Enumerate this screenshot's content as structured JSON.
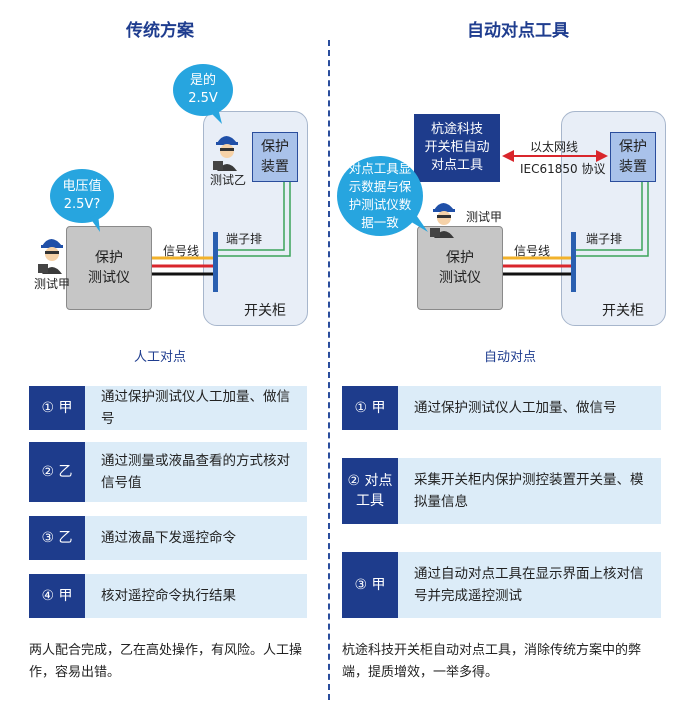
{
  "left": {
    "title": "传统方案",
    "bubble_worker_b": "是的\n2.5V",
    "bubble_worker_a": "电压值\n2.5V?",
    "worker_b_label": "测试乙",
    "worker_a_label": "测试甲",
    "tester_label": "保护\n测试仪",
    "device_label": "保护\n装置",
    "signal_label": "信号线",
    "terminal_label": "端子排",
    "cabinet_label": "开关柜",
    "caption": "人工对点",
    "steps": [
      {
        "badge": "① 甲",
        "text": "通过保护测试仪人工加量、做信号"
      },
      {
        "badge": "② 乙",
        "text": "通过测量或液晶查看的方式核对信号值"
      },
      {
        "badge": "③ 乙",
        "text": "通过液晶下发遥控命令"
      },
      {
        "badge": "④ 甲",
        "text": "核对遥控命令执行结果"
      }
    ],
    "footer": "两人配合完成，乙在高处操作，有风险。人工操作，容易出错。"
  },
  "right": {
    "title": "自动对点工具",
    "hz_box": "杭途科技\n开关柜自动\n对点工具",
    "ethernet_label": "以太网线",
    "protocol_label": "IEC61850 协议",
    "device_label": "保护\n装置",
    "bubble": "对点工具显\n示数据与保\n护测试仪数\n据一致",
    "worker_a_label": "测试甲",
    "tester_label": "保护\n测试仪",
    "signal_label": "信号线",
    "terminal_label": "端子排",
    "cabinet_label": "开关柜",
    "caption": "自动对点",
    "steps": [
      {
        "badge": "① 甲",
        "text": "通过保护测试仪人工加量、做信号"
      },
      {
        "badge": "② 对点\n工具",
        "text": "采集开关柜内保护测控装置开关量、模拟量信息"
      },
      {
        "badge": "③ 甲",
        "text": "通过自动对点工具在显示界面上核对信号并完成遥控测试"
      }
    ],
    "footer": "杭途科技开关柜自动对点工具，消除传统方案中的弊端，提质增效，一举多得。"
  },
  "colors": {
    "navy": "#1e3c8c",
    "light_step": "#dcecf8",
    "wire_yellow": "#f2b22b",
    "wire_red": "#d9262c",
    "wire_black": "#111111",
    "wire_green": "#3aa35a",
    "ethernet_red": "#d9262c"
  }
}
